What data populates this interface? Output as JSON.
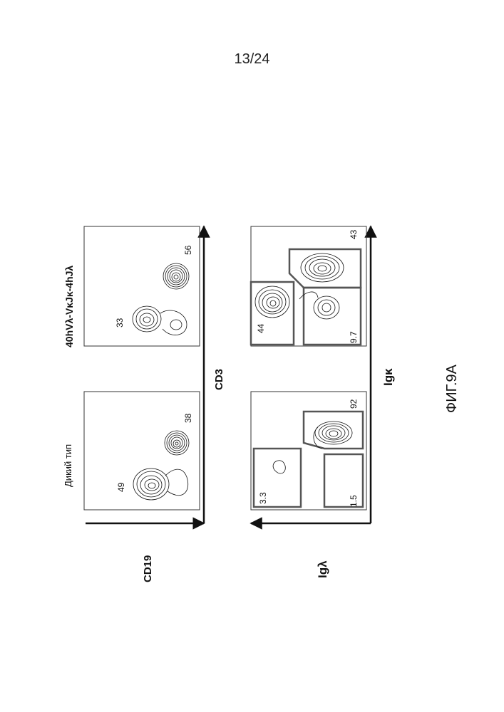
{
  "page_number": "13/24",
  "figure_label": "ФИГ.9А",
  "axes": {
    "cd19": "CD19",
    "cd3": "CD3",
    "iglambda": "Igλ",
    "igkappa": "Igκ"
  },
  "columns": {
    "wild_type": "Дикий тип",
    "mutant": "40hVλ-VκJκ-4hJλ"
  },
  "panels": {
    "wt_top": {
      "gate_a": "49",
      "gate_b": "38"
    },
    "mut_top": {
      "gate_a": "33",
      "gate_b": "56"
    },
    "wt_bottom": {
      "gate_a": "3.3",
      "gate_b": "1.5",
      "gate_c": "92"
    },
    "mut_bottom": {
      "gate_a": "44",
      "gate_b": "9.7",
      "gate_c": "43"
    }
  }
}
